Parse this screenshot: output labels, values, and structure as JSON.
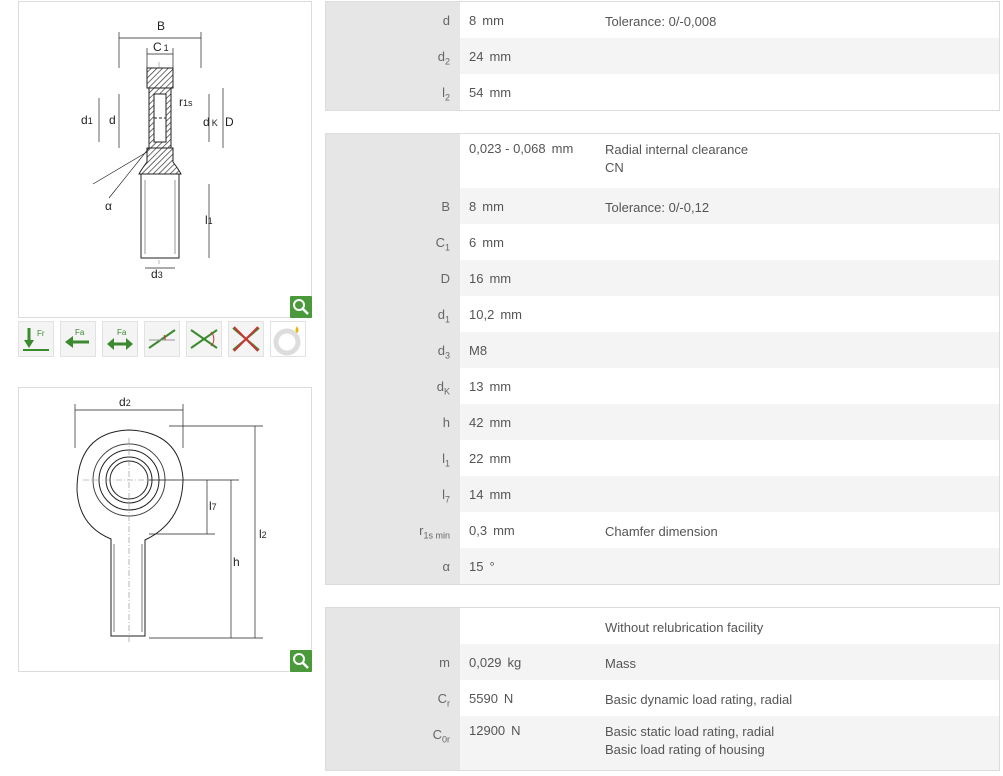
{
  "diagram1": {
    "labels": {
      "B": "B",
      "C1": "C",
      "C1sub": "1",
      "r1s": "r",
      "r1ssub": "1s",
      "d1": "d",
      "d1sub": "1",
      "d": "d",
      "dK": "d",
      "dKsub": "K",
      "D": "D",
      "alpha": "α",
      "l1": "l",
      "l1sub": "1",
      "d3": "d",
      "d3sub": "3"
    }
  },
  "diagram2": {
    "labels": {
      "d2": "d",
      "d2sub": "2",
      "l7": "l",
      "l7sub": "7",
      "l2": "l",
      "l2sub": "2",
      "h": "h"
    }
  },
  "icon_row": [
    {
      "name": "radial-load-icon",
      "text": "Fr"
    },
    {
      "name": "axial-load-left-icon",
      "text": "Fa"
    },
    {
      "name": "axial-load-both-icon",
      "text": "Fa"
    },
    {
      "name": "tilt-angle-icon",
      "text": ""
    },
    {
      "name": "swivel-angle-icon",
      "text": ""
    },
    {
      "name": "no-crossing-icon",
      "text": ""
    },
    {
      "name": "lubrication-icon",
      "text": ""
    }
  ],
  "blocks": [
    {
      "rows": [
        {
          "label": "d",
          "sub": "",
          "value": "8",
          "unit": "mm",
          "notes": [
            "Tolerance: 0/-0,008"
          ]
        },
        {
          "label": "d",
          "sub": "2",
          "value": "24",
          "unit": "mm",
          "notes": []
        },
        {
          "label": "l",
          "sub": "2",
          "value": "54",
          "unit": "mm",
          "notes": []
        }
      ]
    },
    {
      "rows": [
        {
          "label": "",
          "sub": "",
          "value": "0,023 - 0,068",
          "unit": "mm",
          "notes": [
            "Radial internal clearance",
            "CN"
          ]
        },
        {
          "label": "B",
          "sub": "",
          "value": "8",
          "unit": "mm",
          "notes": [
            "Tolerance: 0/-0,12"
          ]
        },
        {
          "label": "C",
          "sub": "1",
          "value": "6",
          "unit": "mm",
          "notes": []
        },
        {
          "label": "D",
          "sub": "",
          "value": "16",
          "unit": "mm",
          "notes": []
        },
        {
          "label": "d",
          "sub": "1",
          "value": "10,2",
          "unit": "mm",
          "notes": []
        },
        {
          "label": "d",
          "sub": "3",
          "value": "M8",
          "unit": "",
          "notes": []
        },
        {
          "label": "d",
          "sub": "K",
          "value": "13",
          "unit": "mm",
          "notes": []
        },
        {
          "label": "h",
          "sub": "",
          "value": "42",
          "unit": "mm",
          "notes": []
        },
        {
          "label": "l",
          "sub": "1",
          "value": "22",
          "unit": "mm",
          "notes": []
        },
        {
          "label": "l",
          "sub": "7",
          "value": "14",
          "unit": "mm",
          "notes": []
        },
        {
          "label": "r",
          "sub": "1s min",
          "value": "0,3",
          "unit": "mm",
          "notes": [
            "Chamfer dimension"
          ]
        },
        {
          "label": "α",
          "sub": "",
          "value": "15",
          "unit": "°",
          "notes": []
        }
      ]
    },
    {
      "rows": [
        {
          "label": "",
          "sub": "",
          "value": "",
          "unit": "",
          "notes": [
            "Without relubrication facility"
          ]
        },
        {
          "label": "m",
          "sub": "",
          "value": "0,029",
          "unit": "kg",
          "notes": [
            "Mass"
          ]
        },
        {
          "label": "C",
          "sub": "r",
          "value": "5590",
          "unit": "N",
          "notes": [
            "Basic dynamic load rating, radial"
          ]
        },
        {
          "label": "C",
          "sub": "0r",
          "value": "12900",
          "unit": "N",
          "notes": [
            "Basic static load rating, radial",
            "Basic load rating of housing"
          ]
        }
      ]
    }
  ]
}
